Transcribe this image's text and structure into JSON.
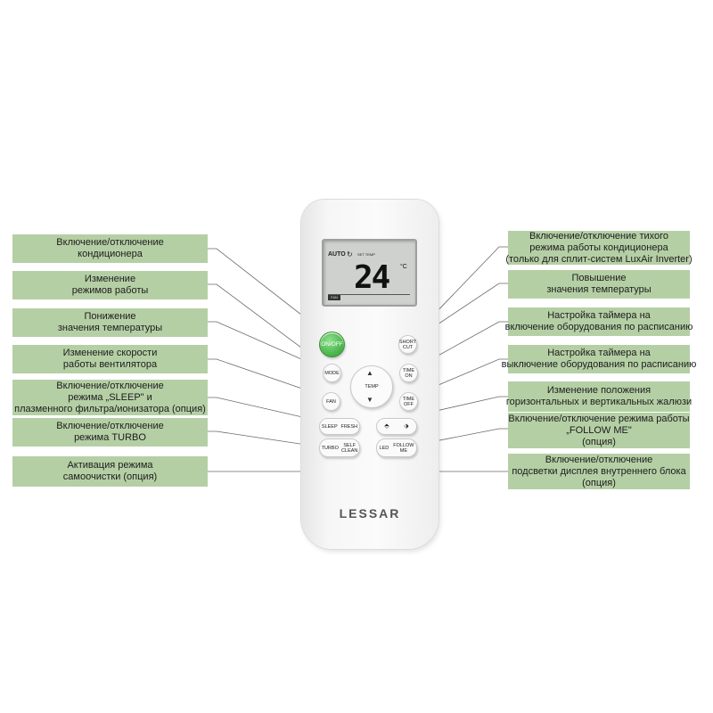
{
  "labels_left": [
    [
      "Включение/отключение",
      "кондиционера"
    ],
    [
      "Изменение",
      "режимов работы"
    ],
    [
      "Понижение",
      "значения температуры"
    ],
    [
      "Изменение скорости",
      "работы вентилятора"
    ],
    [
      "Включение/отключение",
      "режима „SLEEP\" и",
      "плазменного фильтра/ионизатора (опция)"
    ],
    [
      "Включение/отключение",
      "режима TURBO"
    ],
    [
      "Активация режима",
      "самоочистки (опция)"
    ]
  ],
  "labels_right": [
    [
      "Включение/отключение тихого",
      "режима работы кондиционера",
      "(только для сплит-систем LuxAir Inverter)"
    ],
    [
      "Повышение",
      "значения температуры"
    ],
    [
      "Настройка таймера на",
      "включение оборудования по расписанию"
    ],
    [
      "Настройка таймера на",
      "выключение оборудования по расписанию"
    ],
    [
      "Изменение положения",
      "горизонтальных и вертикальных жалюзи"
    ],
    [
      "Включение/отключение режима работы",
      "„FOLLOW ME\"",
      "(опция)"
    ],
    [
      "Включение/отключение",
      "подсветки дисплея внутреннего блока",
      "(опция)"
    ]
  ],
  "lcd": {
    "mode": "AUTO",
    "set_temp_label": "SET TEMP",
    "temperature": "24",
    "unit": "°C",
    "fan_label": "FAN"
  },
  "buttons": {
    "on_off": "ON/OFF",
    "mode": "MODE",
    "fan": "FAN",
    "temp": "TEMP",
    "temp_up_icon": "▲",
    "temp_down_icon": "▼",
    "short_cut": [
      "SHORT",
      "CUT"
    ],
    "time_on": [
      "TIME",
      "ON"
    ],
    "time_off": [
      "TIME",
      "OFF"
    ],
    "sleep": "SLEEP",
    "fresh": "FRESH",
    "swing_h_icon": "⬘",
    "swing_v_icon": "⬗",
    "turbo": "TURBO",
    "self_clean": [
      "SELF",
      "CLEAN"
    ],
    "led": "LED",
    "follow_me": [
      "FOLLOW",
      "ME"
    ]
  },
  "brand": "LESSAR",
  "colors": {
    "label_bg": "#b5cfa5",
    "onoff_green": "#4fb84f",
    "leader_line": "#6a6a6a"
  }
}
